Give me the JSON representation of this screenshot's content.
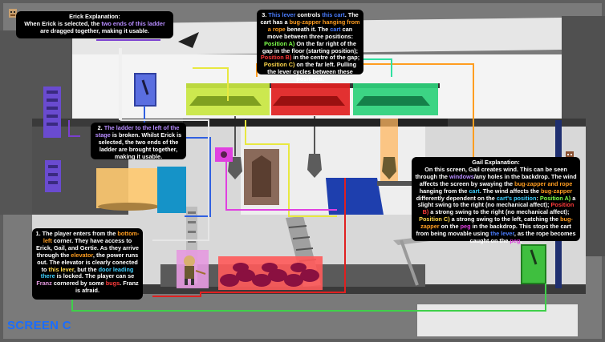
{
  "colors": {
    "lever": "#4a7dff",
    "cart": "#ff9d20",
    "highlight_purple": "#b78cff",
    "bug_zapper": "#ff9d20",
    "position_a": "#7dff4a",
    "position_b": "#ff3b3b",
    "position_c": "#ffd84a",
    "erick_line": "#7b3fd0",
    "gail_cart": "#3fd0ff",
    "wire_green": "#3fd04a",
    "wire_red": "#e02020",
    "wire_yellow": "#e8e840",
    "wire_magenta": "#e040e0",
    "wire_blue": "#3060e0",
    "wire_orange": "#ff9d20",
    "wire_teal": "#30e0a0",
    "screen_label": "#1a6dff"
  },
  "notes": {
    "erick": {
      "title": "Erick Explanation:",
      "text_a": "When Erick is selected, the ",
      "text_b": "two ends of this ladder",
      "text_c": " are dragged together, making it usable."
    },
    "lever_cart": {
      "n": "3. ",
      "lever": "This lever",
      "t1": " controls ",
      "cart": "this cart",
      "t2": ". The cart has a ",
      "zapper": "bug-zapper hanging from a rope",
      "t3": " beneath it. The ",
      "cart2": "cart",
      "t4": " can move between three positions: ",
      "posA": "Position A)",
      "t5": " On the far right of the gap in the floor (starting position); ",
      "posB": "Position B)",
      "t6": " in the centre of the gap; ",
      "posC": "Position C)",
      "t7": " on the far left. Pulling the lever cycles between these positions."
    },
    "ladder": {
      "n": "2. ",
      "ladder": "The ladder to the left of the stage",
      "t1": " is broken. Whilst Erick is selected, the two ends of the ladder are brought together, making it usable."
    },
    "player": {
      "n": "1. The player enters from the ",
      "corner": "bottom-left",
      "t1": " corner. They have access to Erick, Gail, and Gertie. As they arrive through the ",
      "elevator": "elevator",
      "t2": ", the power runs out. The elevator is clearly conected to ",
      "lever": "this lever",
      "t3": ", but the ",
      "door": "door leading there",
      "t4": " is locked. The player can se ",
      "franz": "Franz",
      "t5": " cornered by some ",
      "bugs": "bugs",
      "t6": ". Franz is afraid."
    },
    "gail": {
      "title": "Gail Explanation:",
      "t1": "On this screen, Gail creates wind. This can be seen through the ",
      "windows": "windows",
      "t2": "/any holes in the backdrop. The wind affects the screen by swaying the ",
      "zapper": "bug-zapper and rope",
      "t3": " hanging from the ",
      "cart": "cart",
      "t4": ". The wind affects the ",
      "zapper2": "bug-zapper",
      "t5": " differently dependent on the ",
      "cartpos": "cart's position",
      "t6": ": ",
      "posA": "Position A)",
      "t7": " a slight swing to the right (no mechanical affect); ",
      "posB": "Position B)",
      "t8": " a strong swing to the right (no mechanical affect); ",
      "posC": "Position C)",
      "t9": " a strong swing to the left, catching the ",
      "zapper3": "bug-zapper",
      "t10": " on the ",
      "peg": "peg",
      "t11": " in the backdrop. This stops the cart from being movable using ",
      "lever": "the lever",
      "t12": ", as the rope becomes caught on the ",
      "peg2": "peg",
      "t13": "."
    }
  },
  "screen_label": "SCREEN C"
}
